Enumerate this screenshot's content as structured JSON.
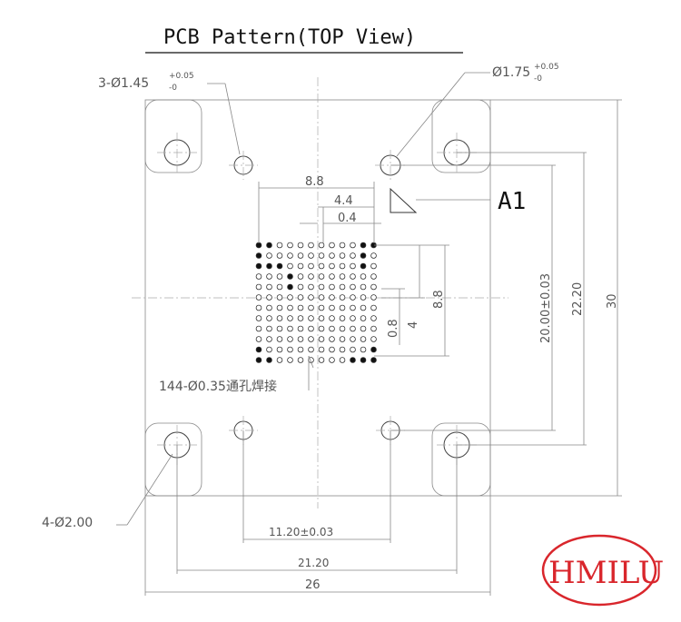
{
  "title": "PCB Pattern(TOP View)",
  "labels": {
    "hole3": "3-Ø1.45",
    "hole3_tol_plus": "+0.05",
    "hole3_tol_minus": "-0",
    "hole1": "Ø1.75",
    "hole1_tol_plus": "+0.05",
    "hole1_tol_minus": "-0",
    "a1": "A1",
    "pins": "144-Ø0.35通孔焊接",
    "hole4": "4-Ø2.00"
  },
  "dims": {
    "top_8_8": "8.8",
    "top_4_4": "4.4",
    "top_0_4": "0.4",
    "right_8_8": "8.8",
    "right_4": "4",
    "right_0_8": "0.8",
    "d20": "20.00±0.03",
    "d22": "22.20",
    "d30": "30",
    "b11": "11.20±0.03",
    "b21": "21.20",
    "b26": "26"
  },
  "grid": {
    "rows": 12,
    "cols": 12,
    "filled": [
      [
        0,
        0
      ],
      [
        0,
        1
      ],
      [
        0,
        10
      ],
      [
        0,
        11
      ],
      [
        1,
        0
      ],
      [
        1,
        10
      ],
      [
        2,
        0
      ],
      [
        2,
        1
      ],
      [
        2,
        2
      ],
      [
        2,
        10
      ],
      [
        3,
        3
      ],
      [
        4,
        3
      ],
      [
        10,
        0
      ],
      [
        10,
        11
      ],
      [
        11,
        0
      ],
      [
        11,
        1
      ],
      [
        11,
        9
      ],
      [
        11,
        10
      ],
      [
        11,
        11
      ]
    ]
  },
  "logo": {
    "text": "HMILU",
    "color": "#d9262c"
  }
}
